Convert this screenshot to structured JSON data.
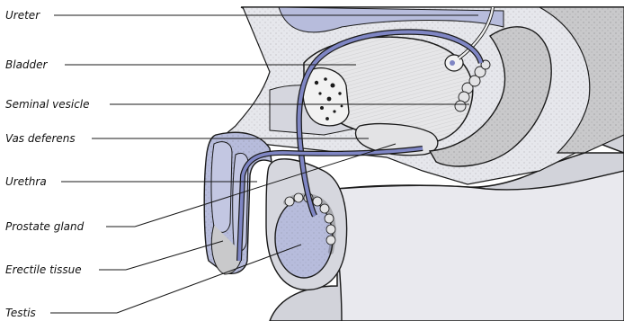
{
  "labels": {
    "ureter": "Ureter",
    "bladder": "Bladder",
    "seminal_vesicle": "Seminal vesicle",
    "vas_deferens": "Vas deferens",
    "urethra": "Urethra",
    "prostate_gland": "Prostate gland",
    "erectile_tissue": "Erectile tissue",
    "testis": "Testis"
  },
  "colors": {
    "tissue_blue": "#b7bcdc",
    "tissue_gray": "#c9c9cb",
    "light_gray": "#e3e3e5",
    "duct_blue": "#7f86c4",
    "outline": "#1a1a1a"
  }
}
